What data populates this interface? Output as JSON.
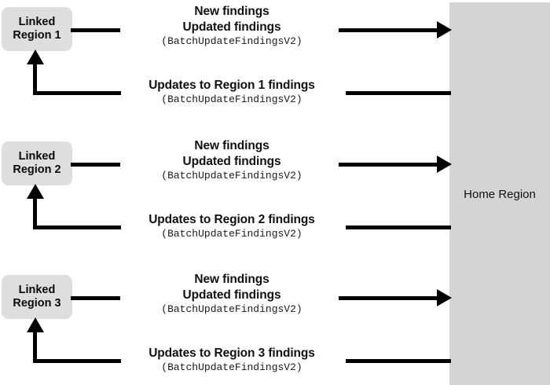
{
  "diagram": {
    "home_region": {
      "label": "Home Region",
      "fill_color": "#d4d4d4"
    },
    "linked_regions": [
      {
        "line1": "Linked",
        "line2": "Region 1",
        "fill_color": "#dedede"
      },
      {
        "line1": "Linked",
        "line2": "Region 2",
        "fill_color": "#dedede"
      },
      {
        "line1": "Linked",
        "line2": "Region 3",
        "fill_color": "#dedede"
      }
    ],
    "flows": [
      {
        "outbound": {
          "title_line1": "New findings",
          "title_line2": "Updated findings",
          "api": "(BatchUpdateFindingsV2)",
          "direction": "to-home"
        },
        "inbound": {
          "title": "Updates to Region 1 findings",
          "api": "(BatchUpdateFindingsV2)",
          "direction": "to-linked"
        }
      },
      {
        "outbound": {
          "title_line1": "New findings",
          "title_line2": "Updated findings",
          "api": "(BatchUpdateFindingsV2)",
          "direction": "to-home"
        },
        "inbound": {
          "title": "Updates to Region 2 findings",
          "api": "(BatchUpdateFindingsV2)",
          "direction": "to-linked"
        }
      },
      {
        "outbound": {
          "title_line1": "New findings",
          "title_line2": "Updated findings",
          "api": "(BatchUpdateFindingsV2)",
          "direction": "to-home"
        },
        "inbound": {
          "title": "Updates to Region 3 findings",
          "api": "(BatchUpdateFindingsV2)",
          "direction": "to-linked"
        }
      }
    ],
    "colors": {
      "line": "#000000",
      "box_fill": "#dedede",
      "panel_fill": "#d4d4d4",
      "background": "#ffffff",
      "text": "#111111"
    }
  }
}
